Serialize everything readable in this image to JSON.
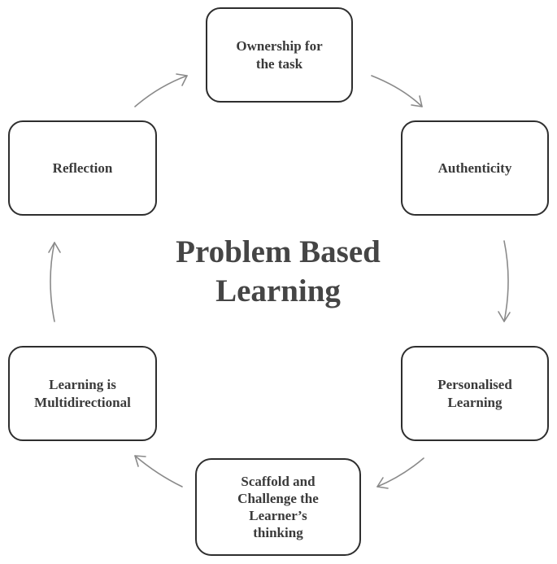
{
  "diagram": {
    "title": "Problem Based\nLearning",
    "nodes": {
      "ownership": "Ownership for\nthe task",
      "authenticity": "Authenticity",
      "personalised": "Personalised\nLearning",
      "scaffold": "Scaffold and\nChallenge the\nLearner’s\nthinking",
      "multidirectional": "Learning is\nMultidirectional",
      "reflection": "Reflection"
    },
    "colors": {
      "border": "#2e2e2e",
      "text": "#3a3a3a",
      "arrow": "#8a8a8a"
    }
  }
}
